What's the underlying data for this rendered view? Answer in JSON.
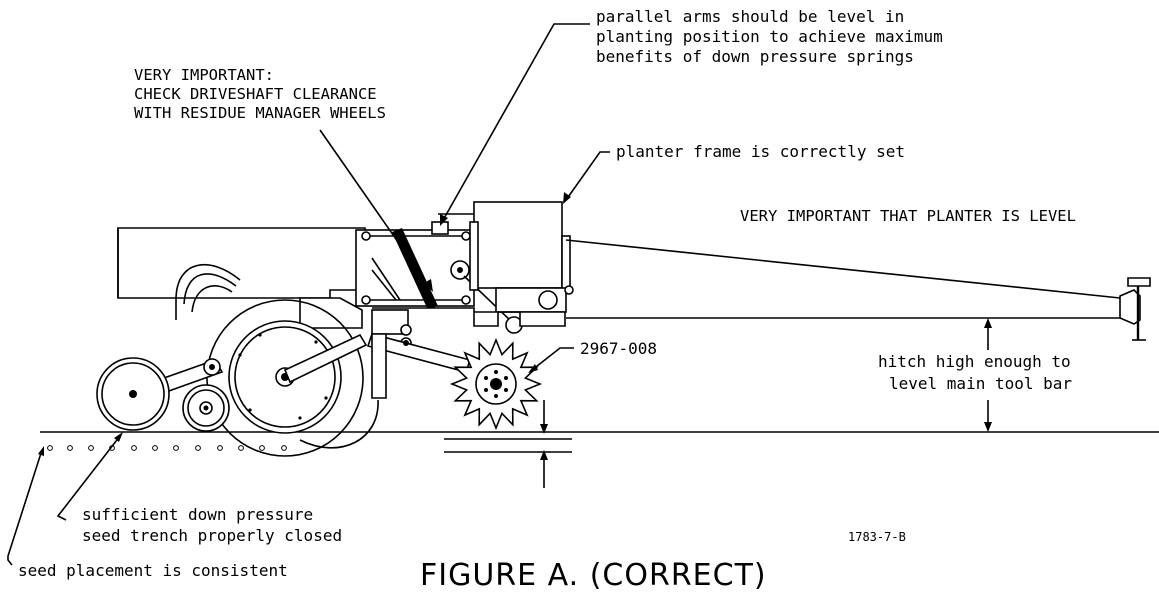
{
  "labels": {
    "parallel_arms": [
      "parallel arms should be level in",
      "planting position to achieve maximum",
      "benefits of down pressure springs"
    ],
    "very_important_driveshaft": [
      "VERY IMPORTANT:",
      "CHECK DRIVESHAFT CLEARANCE",
      "WITH RESIDUE MANAGER WHEELS"
    ],
    "planter_frame": "planter frame is correctly set",
    "planter_level": "VERY IMPORTANT THAT PLANTER IS LEVEL",
    "part_number": "2967-008",
    "hitch_height": [
      "hitch high enough to",
      "level main tool bar"
    ],
    "down_pressure": [
      "sufficient down pressure",
      "seed trench properly closed"
    ],
    "seed_placement": "seed placement is consistent",
    "drawing_number": "1783-7-B",
    "figure_title": "FIGURE A. (CORRECT)"
  }
}
